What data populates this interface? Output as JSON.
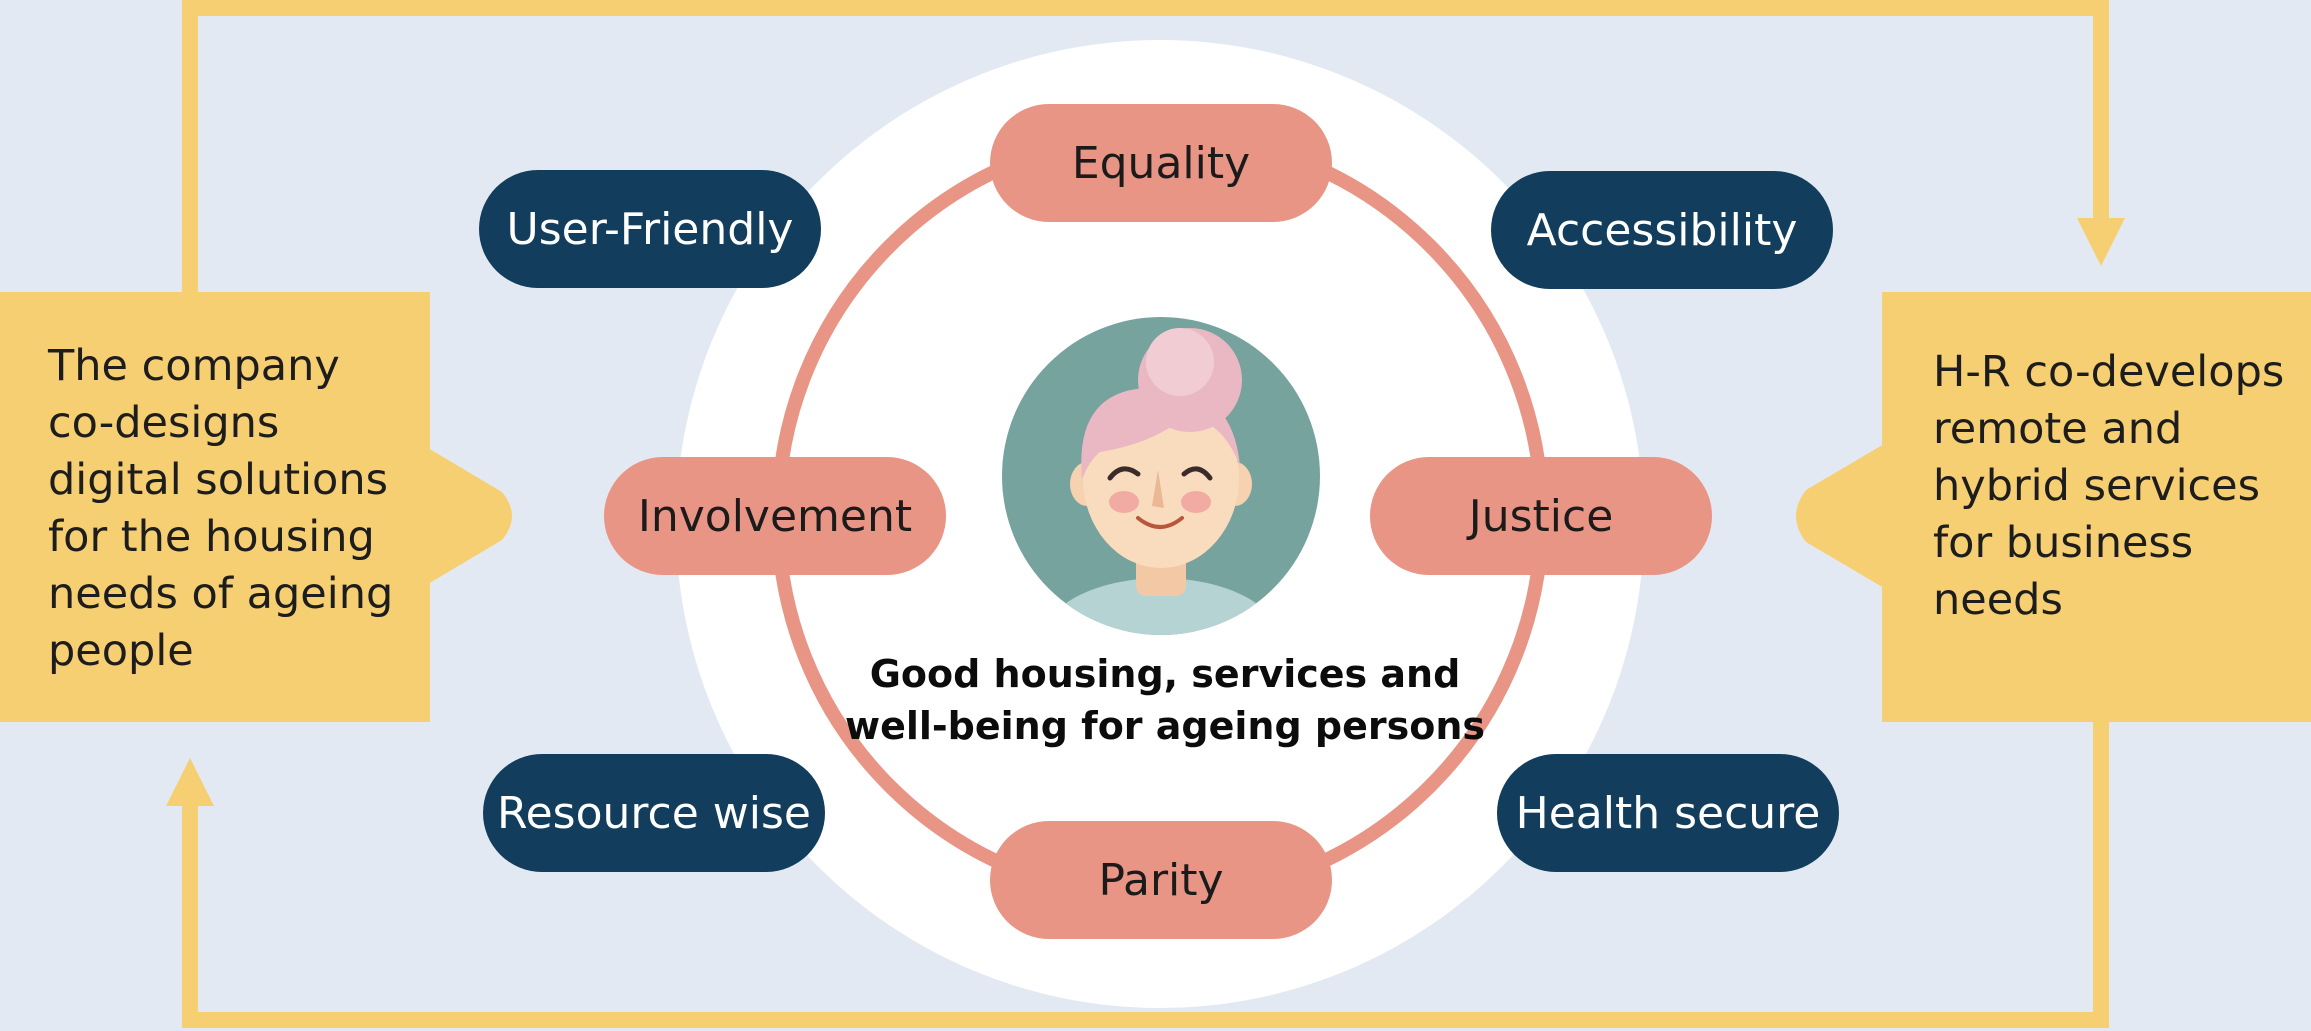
{
  "colors": {
    "background": "#e3e9f2",
    "arrow_yellow": "#f7cf73",
    "value_pill": "#e89585",
    "quality_pill": "#123d5c",
    "ring": "#e89585",
    "avatar_bg": "#76a39e",
    "center_disc": "#ffffff"
  },
  "left_box": {
    "text": "The company co-designs digital solutions for the housing needs of ageing people"
  },
  "right_box": {
    "text": "H-R co-develops remote and hybrid services for business needs"
  },
  "center": {
    "avatar_icon": "elderly-woman-avatar-icon",
    "caption_line1": "Good housing, services and",
    "caption_line2": "well-being for ageing persons"
  },
  "values": {
    "top": "Equality",
    "left": "Involvement",
    "right": "Justice",
    "bottom": "Parity"
  },
  "qualities": {
    "top_left": "User-Friendly",
    "top_right": "Accessibility",
    "bottom_left": "Resource wise",
    "bottom_right": "Health secure"
  }
}
